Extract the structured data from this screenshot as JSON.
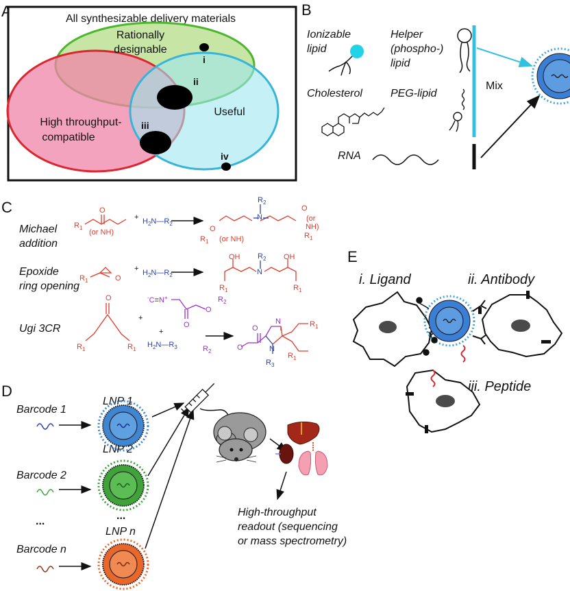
{
  "panels": {
    "a": "A",
    "b": "B",
    "c": "C",
    "d": "D",
    "e": "E"
  },
  "panelA": {
    "box_title": "All synthesizable delivery materials",
    "circle_green_l1": "Rationally",
    "circle_green_l2": "designable",
    "circle_red_l1": "High throughput-",
    "circle_red_l2": "compatible",
    "circle_blue": "Useful",
    "markers": [
      "i",
      "ii",
      "iii",
      "iv"
    ],
    "colors": {
      "green": "#4db52e",
      "red": "#d9262f",
      "blue": "#39b4d9"
    }
  },
  "panelB": {
    "ionizable_l1": "Ionizable",
    "ionizable_l2": "lipid",
    "helper_l1": "Helper",
    "helper_l2": "(phospho-)",
    "helper_l3": "lipid",
    "cholesterol": "Cholesterol",
    "peg": "PEG-lipid",
    "rna": "RNA",
    "mix": "Mix"
  },
  "panelC": {
    "michael_l1": "Michael",
    "michael_l2": "addition",
    "epoxide_l1": "Epoxide",
    "epoxide_l2": "ring opening",
    "ugi": "Ugi 3CR",
    "or_nh": "(or NH)",
    "or": "(or",
    "nh": "NH)",
    "r1": "R",
    "r2": "R",
    "r3": "R",
    "sub1": "1",
    "sub2": "2",
    "sub3": "3",
    "h2n": "H",
    "n": "N",
    "o": "O",
    "oh": "OH",
    "plus": "+",
    "iso": "C≡N",
    "iso_minus": "-",
    "iso_plus": "+"
  },
  "panelD": {
    "barcodes": [
      "Barcode 1",
      "Barcode 2",
      "...",
      "Barcode n"
    ],
    "lnps": [
      "LNP 1",
      "LNP 2",
      "...",
      "LNP n"
    ],
    "readout": [
      "High-throughput",
      "readout (sequencing",
      "or mass spectrometry)"
    ],
    "colors": {
      "lnp1": "#3f85cf",
      "lnp2": "#3fa33a",
      "lnpn": "#e8682c"
    }
  },
  "panelE": {
    "ligand": "i. Ligand",
    "antibody": "ii. Antibody",
    "peptide": "iii. Peptide"
  }
}
